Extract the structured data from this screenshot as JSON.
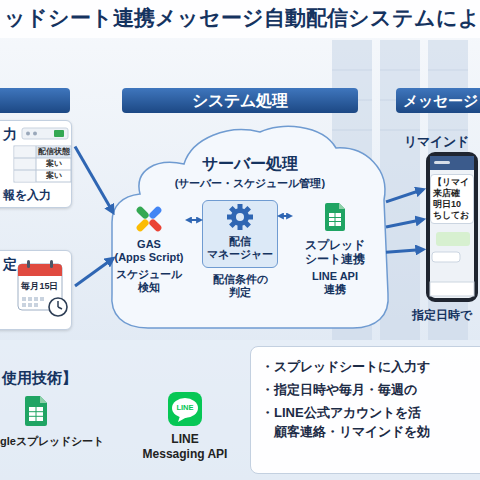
{
  "diagram": {
    "title": "ッドシート連携メッセージ自動配信システムによ",
    "nodes": [
      {
        "text": [
          "力",
          "報を入力"
        ]
      },
      {
        "text": [
          "定",
          "毎月15日"
        ]
      },
      {
        "text": [
          "システム処理"
        ]
      },
      {
        "text": [
          "サーバー処理",
          "(サーバー・スケジュール管理)"
        ]
      },
      {
        "text": [
          "GAS (Apps Script)",
          "スケジュール 検知"
        ],
        "in": 3
      },
      {
        "text": [
          "配信 マネージャー",
          "配信条件の 判定"
        ],
        "in": 3
      },
      {
        "text": [
          "スプレッド シート連携",
          "LINE API 連携"
        ],
        "in": 3
      },
      {
        "text": [
          "メッセージ"
        ]
      },
      {
        "text": [
          "リマインド",
          "【リマイ 来店確 明日10 ちしてお",
          "指定日時で"
        ]
      },
      {
        "text": [
          "・スプレッドシートに入力す",
          "・指定日時や毎月・毎週の",
          "・LINE公式アカウントを活 顧客連絡・リマインドを効"
        ]
      }
    ],
    "edges": [
      {
        "from": 0,
        "to": 3,
        "arrow": "to"
      },
      {
        "from": 1,
        "to": 3,
        "arrow": "to"
      },
      {
        "from": 4,
        "to": 5,
        "arrow": "both"
      },
      {
        "from": 5,
        "to": 6,
        "arrow": "both"
      },
      {
        "from": 3,
        "to": 8,
        "arrow": "to"
      },
      {
        "from": 3,
        "to": 8,
        "arrow": "to"
      },
      {
        "from": 3,
        "to": 8,
        "arrow": "to"
      }
    ],
    "labels": [
      "配信状態",
      "案い",
      "案い",
      "使用技術】",
      "gleスプレッドシート",
      "LINE",
      "LINE Messaging API"
    ]
  }
}
